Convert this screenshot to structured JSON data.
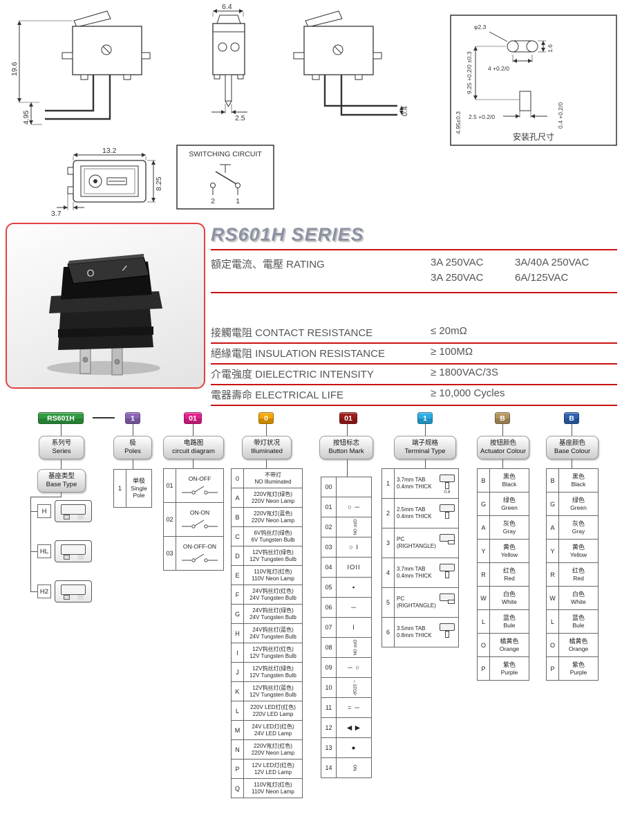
{
  "drawings": {
    "front_view": {
      "height": "19.6",
      "lead": "4.95"
    },
    "side_view": {
      "width": "6.4",
      "pin": "2.5"
    },
    "rear_view": {
      "wire": "0.4"
    },
    "top_view": {
      "width": "13.2",
      "height": "8.25",
      "tab": "3.7"
    },
    "mounting": {
      "title": "安装孔尺寸",
      "slot_dia": "φ2.3",
      "slot_height": "1.6",
      "pitch": "9.25 +0.2/0 ±0.3",
      "slot_len": "4 +0.2/0",
      "hole_w": "2.5 +0.2/0",
      "hole_t": "0.4 +0.2/0",
      "hole_pos": "4.95±0.3"
    },
    "switching": {
      "title": "SWITCHING CIRCUIT",
      "term_left": "2",
      "term_right": "1"
    }
  },
  "product": {
    "mark_o": "O",
    "mark_i": "I"
  },
  "series": {
    "title": "RS601H SERIES",
    "rating": {
      "label": "額定電流、電壓 RATING",
      "r1c1": "3A 250VAC",
      "r1c2": "3A/40A 250VAC",
      "r2c1": "3A 250VAC",
      "r2c2": "6A/125VAC"
    },
    "specs": [
      {
        "label": "接觸電阻 CONTACT RESISTANCE",
        "value": "≤ 20mΩ"
      },
      {
        "label": "絕緣電阻 INSULATION RESISTANCE",
        "value": "≥ 100MΩ"
      },
      {
        "label": "介電強度 DIELECTRIC INTENSITY",
        "value": "≥ 1800VAC/3S"
      },
      {
        "label": "電器壽命 ELECTRICAL LIFE",
        "value": "≥ 10,000 Cycles"
      }
    ]
  },
  "ordering": {
    "code_chips": [
      {
        "text": "RS601H",
        "color": "#2f9b3f"
      },
      {
        "text": "1",
        "color": "#8a64b8"
      },
      {
        "text": "01",
        "color": "#e6208e"
      },
      {
        "text": "0",
        "color": "#f5a700"
      },
      {
        "text": "01",
        "color": "#9e1c1c"
      },
      {
        "text": "1",
        "color": "#2aafe5"
      },
      {
        "text": "B",
        "color": "#b4955e"
      },
      {
        "text": "B",
        "color": "#2d62b1"
      }
    ],
    "headers": [
      {
        "zh": "系列号",
        "en": "Series"
      },
      {
        "zh": "极",
        "en": "Poles"
      },
      {
        "zh": "电路图",
        "en": "circuit diagram"
      },
      {
        "zh": "带灯状况",
        "en": "Illuminated"
      },
      {
        "zh": "按钮标志",
        "en": "Button Mark"
      },
      {
        "zh": "端子规格",
        "en": "Terminal Type"
      },
      {
        "zh": "按钮颜色",
        "en": "Actuator Colour"
      },
      {
        "zh": "基座颜色",
        "en": "Base Colour"
      }
    ],
    "base_type": {
      "zh": "基座类型",
      "en": "Base Type",
      "items": [
        {
          "code": "H"
        },
        {
          "code": "HL"
        },
        {
          "code": "H2"
        }
      ]
    },
    "poles": {
      "code": "1",
      "zh": "单极",
      "en": "Single Pole"
    },
    "circuits": [
      {
        "code": "01",
        "label": "ON-OFF"
      },
      {
        "code": "02",
        "label": "ON-ON"
      },
      {
        "code": "03",
        "label": "ON-OFF-ON"
      }
    ],
    "illuminated": [
      {
        "code": "0",
        "zh": "不带灯",
        "en": "NO Illuminated"
      },
      {
        "code": "A",
        "zh": "220V氖灯(绿色)",
        "en": "220V Neon Lamp"
      },
      {
        "code": "B",
        "zh": "220V氖灯(蓝色)",
        "en": "220V Neon Lamp"
      },
      {
        "code": "C",
        "zh": "6V钨丝灯(绿色)",
        "en": "6V Tungsten Bulb"
      },
      {
        "code": "D",
        "zh": "12V钨丝灯(绿色)",
        "en": "12V Tungsten Bulb"
      },
      {
        "code": "E",
        "zh": "110V氖灯(红色)",
        "en": "110V Neon Lamp"
      },
      {
        "code": "F",
        "zh": "24V钨丝灯(红色)",
        "en": "24V Tungsten Bulb"
      },
      {
        "code": "G",
        "zh": "24V钨丝灯(绿色)",
        "en": "24V Tungsten Bulb"
      },
      {
        "code": "H",
        "zh": "24V钨丝灯(蓝色)",
        "en": "24V Tungsten Bulb"
      },
      {
        "code": "I",
        "zh": "12V钨丝灯(红色)",
        "en": "12V Tungsten Bulb"
      },
      {
        "code": "J",
        "zh": "12V钨丝灯(绿色)",
        "en": "12V Tungsten Bulb"
      },
      {
        "code": "K",
        "zh": "12V钨丝灯(蓝色)",
        "en": "12V Tungsten Bulb"
      },
      {
        "code": "L",
        "zh": "220V LED灯(红色)",
        "en": "220V LED Lamp"
      },
      {
        "code": "M",
        "zh": "24V LED灯(红色)",
        "en": "24V LED Lamp"
      },
      {
        "code": "N",
        "zh": "220V氖灯(红色)",
        "en": "220V Neon Lamp"
      },
      {
        "code": "P",
        "zh": "12V LED灯(红色)",
        "en": "12V LED Lamp"
      },
      {
        "code": "Q",
        "zh": "110V氖灯(红色)",
        "en": "110V Neon Lamp"
      }
    ],
    "button_marks": [
      {
        "code": "00",
        "mark": ""
      },
      {
        "code": "01",
        "mark": "○ ─"
      },
      {
        "code": "02",
        "mark": "OFF ON",
        "variant": "rot"
      },
      {
        "code": "03",
        "mark": "○ I"
      },
      {
        "code": "04",
        "mark": "IOII"
      },
      {
        "code": "05",
        "mark": "▪"
      },
      {
        "code": "06",
        "mark": "─"
      },
      {
        "code": "07",
        "mark": "I"
      },
      {
        "code": "08",
        "mark": "OFF ON",
        "variant": "rot"
      },
      {
        "code": "09",
        "mark": "─ ○"
      },
      {
        "code": "10",
        "mark": "─ STOP",
        "variant": "rot"
      },
      {
        "code": "11",
        "mark": "= ─"
      },
      {
        "code": "12",
        "mark": "◀ ▶"
      },
      {
        "code": "13",
        "mark": "●"
      },
      {
        "code": "14",
        "mark": "ON",
        "variant": "rot"
      }
    ],
    "terminals": [
      {
        "code": "1",
        "line1": "3.7mm TAB",
        "line2": "0.4mm THICK",
        "icon": "tab",
        "note": "0.8"
      },
      {
        "code": "2",
        "line1": "2.5mm TAB",
        "line2": "0.4mm THICK",
        "icon": "tab2"
      },
      {
        "code": "3",
        "line1": "PC",
        "line2": "(RIGHTANGLE)",
        "icon": "pc"
      },
      {
        "code": "4",
        "line1": "3.7mm TAB",
        "line2": "0.4mm THICK",
        "icon": "tab3"
      },
      {
        "code": "5",
        "line1": "PC",
        "line2": "(RIGHTANGLE)",
        "icon": "pc2"
      },
      {
        "code": "6",
        "line1": "3.5mm TAB",
        "line2": "0.8mm THICK",
        "icon": "tab4"
      }
    ],
    "colours": [
      {
        "code": "B",
        "zh": "黑色",
        "en": "Black"
      },
      {
        "code": "G",
        "zh": "绿色",
        "en": "Green"
      },
      {
        "code": "A",
        "zh": "灰色",
        "en": "Gray"
      },
      {
        "code": "Y",
        "zh": "黄色",
        "en": "Yellow"
      },
      {
        "code": "R",
        "zh": "红色",
        "en": "Red"
      },
      {
        "code": "W",
        "zh": "白色",
        "en": "White"
      },
      {
        "code": "L",
        "zh": "蓝色",
        "en": "Bule"
      },
      {
        "code": "O",
        "zh": "橘黄色",
        "en": "Orange"
      },
      {
        "code": "P",
        "zh": "紫色",
        "en": "Purple"
      }
    ]
  }
}
